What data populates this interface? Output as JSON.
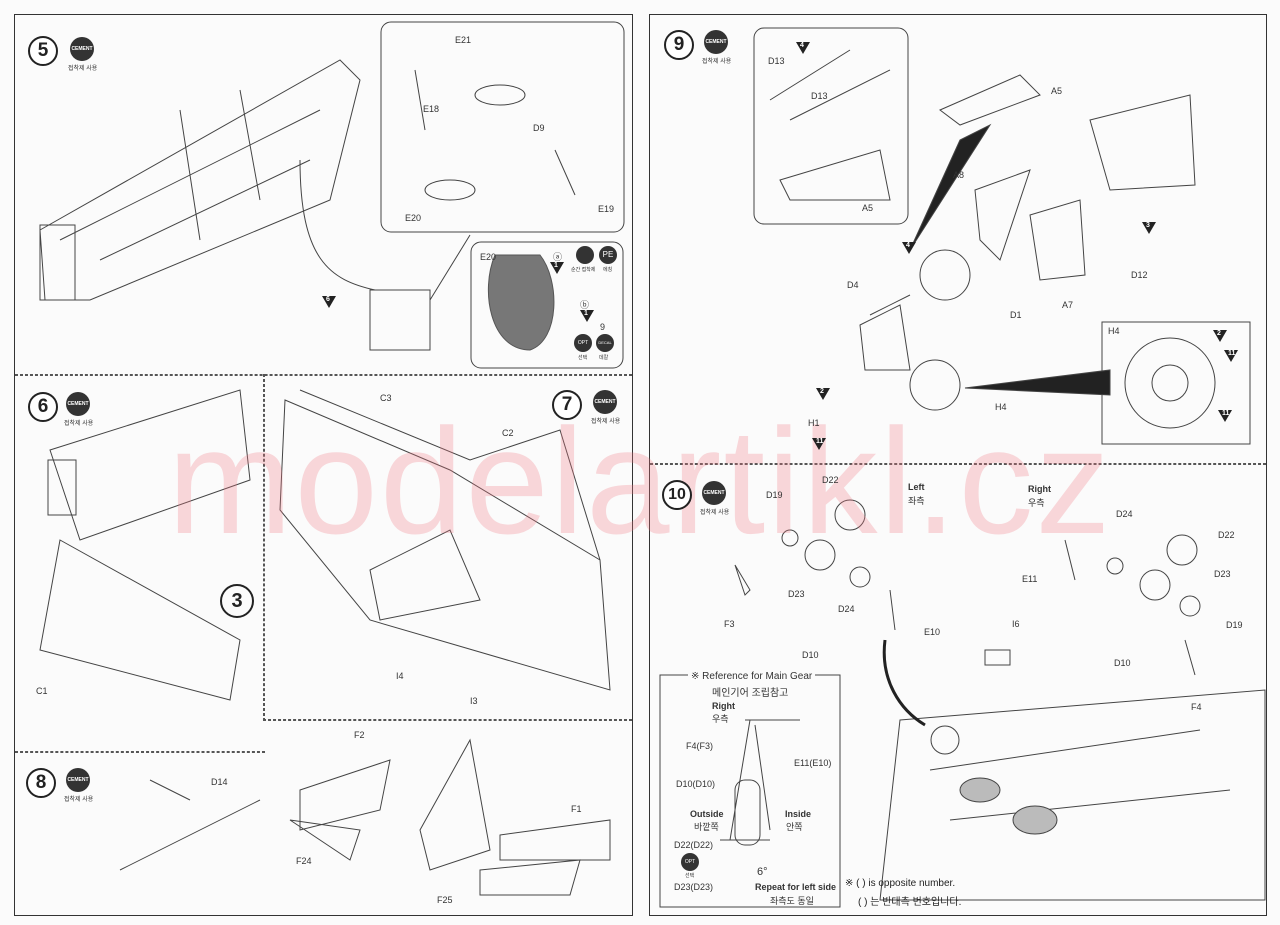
{
  "watermark": "modelartikl.cz",
  "cement": {
    "label": "CEMENT",
    "caption": "접착제 사용"
  },
  "steps": {
    "s5": {
      "number": "5",
      "parts": [
        "E21",
        "E18",
        "D9",
        "E20",
        "E19"
      ],
      "detail": {
        "part": "E20",
        "mark_a": "ⓐ",
        "mark_b": "ⓑ",
        "color_num": "1",
        "count": "9",
        "super_glue": "순간 접착제",
        "pe": "PE",
        "pe_caption": "에칭",
        "opt": "OPT",
        "opt_caption": "선택",
        "decal": "DECAL",
        "decal_caption": "데칼"
      },
      "tri": "6"
    },
    "s6": {
      "number": "6",
      "parts": [
        "C1"
      ],
      "ref_step": "3"
    },
    "s7": {
      "number": "7",
      "parts": [
        "C3",
        "C2",
        "I4",
        "I3"
      ]
    },
    "s8": {
      "number": "8",
      "parts": [
        "D14",
        "F2",
        "F24",
        "F1",
        "F25"
      ]
    },
    "s9": {
      "number": "9",
      "parts": [
        "D13",
        "D13",
        "A5",
        "A5",
        "A8",
        "A7",
        "D12",
        "D4",
        "D1",
        "H1",
        "H4",
        "H4"
      ],
      "colors": [
        "4",
        "3",
        "4",
        "2",
        "11",
        "2",
        "11",
        "11"
      ]
    },
    "s10": {
      "number": "10",
      "left": "Left",
      "left_ko": "좌측",
      "right": "Right",
      "right_ko": "우측",
      "parts_left": [
        "D19",
        "D22",
        "D23",
        "D24",
        "F3",
        "D10",
        "E10"
      ],
      "parts_right": [
        "E11",
        "D24",
        "D22",
        "D23",
        "D19",
        "D10",
        "F4",
        "I6"
      ]
    }
  },
  "reference": {
    "title": "※ Reference for Main Gear",
    "title_ko": "메인기어 조립참고",
    "right": "Right",
    "right_ko": "우측",
    "labels": [
      "F4(F3)",
      "D10(D10)",
      "E11(E10)",
      "D22(D22)",
      "D23(D23)"
    ],
    "outside": "Outside",
    "outside_ko": "바깥쪽",
    "inside": "Inside",
    "inside_ko": "안쪽",
    "angle": "6°",
    "repeat": "Repeat for left side",
    "repeat_ko": "좌측도 동일"
  },
  "footnote": {
    "en": "※ ( ) is opposite number.",
    "ko": "( ) 는 반대측 번호입니다."
  }
}
